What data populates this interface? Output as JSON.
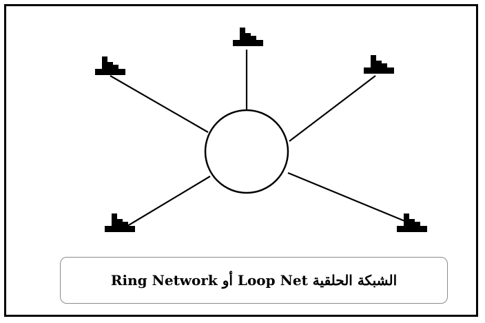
{
  "diagram": {
    "type": "ring-network-topology",
    "hub": "ring",
    "nodes": [
      {
        "name": "node-top",
        "icon": "computer-terminal-icon"
      },
      {
        "name": "node-upper-left",
        "icon": "computer-terminal-icon"
      },
      {
        "name": "node-upper-right",
        "icon": "computer-terminal-icon"
      },
      {
        "name": "node-lower-left",
        "icon": "computer-terminal-icon"
      },
      {
        "name": "node-lower-right",
        "icon": "computer-terminal-icon"
      }
    ],
    "colors": {
      "line": "#000000",
      "frame": "#000000",
      "caption_border": "#8a8a8a"
    }
  },
  "caption": {
    "text": "الشبكة الحلقية Loop Net أو Ring Network"
  }
}
